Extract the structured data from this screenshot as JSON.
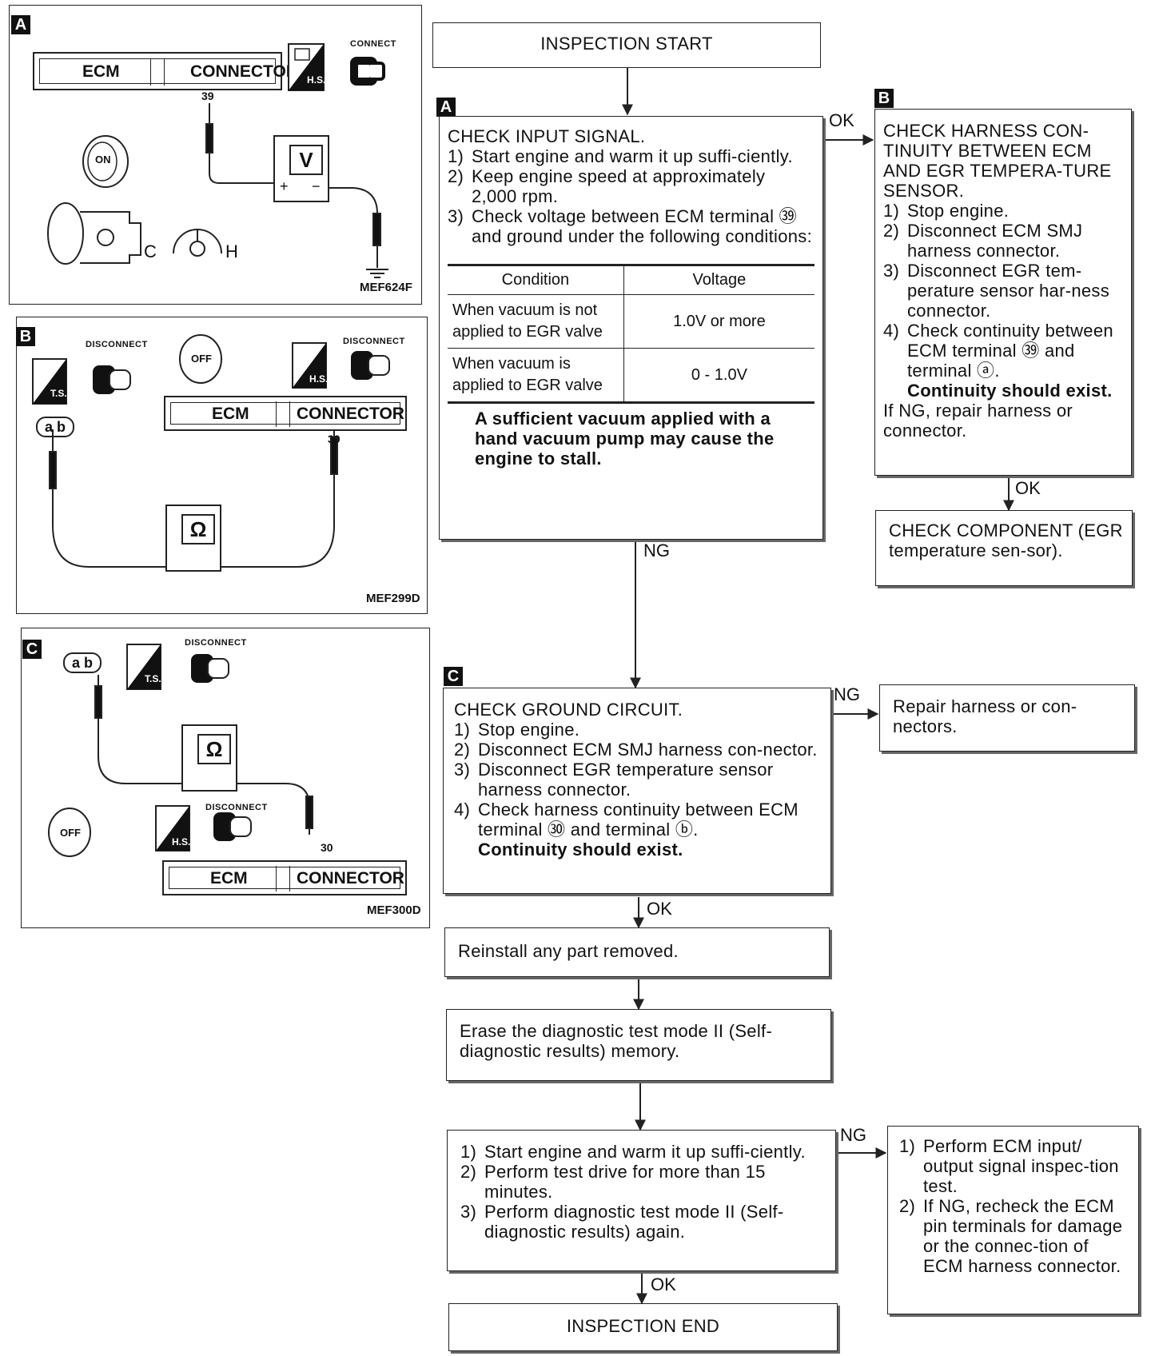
{
  "panels": {
    "a": {
      "tag": "A",
      "ecm": "ECM",
      "connector": "CONNECTOR",
      "connect": "CONNECT",
      "hs": "H.S.",
      "terminal": "39",
      "on": "ON",
      "meter": "V",
      "plus": "+",
      "minus": "−",
      "cold": "C",
      "hot": "H",
      "code": "MEF624F"
    },
    "b": {
      "tag": "B",
      "disconnect1": "DISCONNECT",
      "ts": "T.S.",
      "off": "OFF",
      "disconnect2": "DISCONNECT",
      "hs": "H.S.",
      "ecm": "ECM",
      "connector": "CONNECTOR",
      "terminal": "39",
      "connector_ab": "a b",
      "meter": "Ω",
      "code": "MEF299D"
    },
    "c": {
      "tag": "C",
      "connector_ab": "a b",
      "disconnect1": "DISCONNECT",
      "ts": "T.S.",
      "meter": "Ω",
      "off": "OFF",
      "disconnect2": "DISCONNECT",
      "hs": "H.S.",
      "terminal": "30",
      "ecm": "ECM",
      "connector": "CONNECTOR",
      "code": "MEF300D"
    }
  },
  "flow": {
    "start": "INSPECTION START",
    "step_a": {
      "tag": "A",
      "title": "CHECK INPUT SIGNAL.",
      "items": [
        {
          "n": "1)",
          "t": "Start engine and warm it up suffi-ciently."
        },
        {
          "n": "2)",
          "t": "Keep engine speed at approximately 2,000 rpm."
        },
        {
          "n": "3)",
          "t": "Check voltage between ECM terminal ㊴ and ground under the following conditions:"
        }
      ],
      "table_head": [
        "Condition",
        "Voltage"
      ],
      "table_rows": [
        [
          "When vacuum is not applied to EGR valve",
          "1.0V or more"
        ],
        [
          "When vacuum is applied to EGR valve",
          "0 - 1.0V"
        ]
      ],
      "warning": "A sufficient vacuum applied with a hand vacuum pump may cause the engine to stall."
    },
    "ok_a": "OK",
    "ng_a": "NG",
    "step_b": {
      "tag": "B",
      "title": "CHECK HARNESS CON-TINUITY BETWEEN ECM AND EGR TEMPERA-TURE SENSOR.",
      "items": [
        {
          "n": "1)",
          "t": "Stop engine."
        },
        {
          "n": "2)",
          "t": "Disconnect ECM SMJ harness connector."
        },
        {
          "n": "3)",
          "t": "Disconnect EGR tem-perature sensor har-ness connector."
        },
        {
          "n": "4)",
          "t": "Check continuity between ECM terminal ㊴ and terminal ⓐ."
        }
      ],
      "bold": "Continuity should exist.",
      "note": "If NG, repair harness or connector."
    },
    "ok_b": "OK",
    "component": "CHECK COMPONENT (EGR temperature sen-sor).",
    "step_c": {
      "tag": "C",
      "title": "CHECK GROUND CIRCUIT.",
      "items": [
        {
          "n": "1)",
          "t": "Stop engine."
        },
        {
          "n": "2)",
          "t": "Disconnect ECM SMJ harness con-nector."
        },
        {
          "n": "3)",
          "t": "Disconnect EGR temperature sensor harness connector."
        },
        {
          "n": "4)",
          "t": "Check harness continuity between ECM terminal ㉚ and terminal ⓑ."
        }
      ],
      "bold": "Continuity should exist."
    },
    "ng_c": "NG",
    "repair": "Repair harness or con-nectors.",
    "ok_c": "OK",
    "reinstall": "Reinstall any part removed.",
    "erase": "Erase the diagnostic test mode II (Self-diagnostic results) memory.",
    "final": {
      "items": [
        {
          "n": "1)",
          "t": "Start engine and warm it up suffi-ciently."
        },
        {
          "n": "2)",
          "t": "Perform test drive for more than 15 minutes."
        },
        {
          "n": "3)",
          "t": "Perform diagnostic test mode II (Self-diagnostic results) again."
        }
      ]
    },
    "ng_final": "NG",
    "ecm_check": {
      "items": [
        {
          "n": "1)",
          "t": "Perform ECM input/ output signal inspec-tion test."
        },
        {
          "n": "2)",
          "t": "If NG, recheck the ECM pin terminals for damage or the connec-tion of ECM harness connector."
        }
      ]
    },
    "ok_final": "OK",
    "end": "INSPECTION END"
  }
}
